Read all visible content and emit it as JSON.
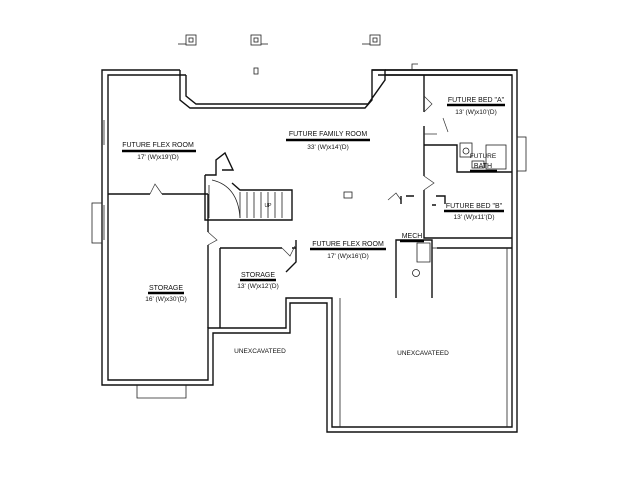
{
  "rooms": {
    "future_flex_room_1": {
      "name": "FUTURE FLEX ROOM",
      "dims": "17' (W)x19'(D)"
    },
    "future_family_room": {
      "name": "FUTURE FAMILY ROOM",
      "dims": "33' (W)x14'(D)"
    },
    "future_bed_a": {
      "name": "FUTURE BED \"A\"",
      "dims": "13' (W)x10'(D)"
    },
    "bath": {
      "name": "BATH",
      "prefix": "FUTURE"
    },
    "future_bed_b": {
      "name": "FUTURE BED \"B\"",
      "dims": "13' (W)x11'(D)"
    },
    "mech": {
      "name": "MECH"
    },
    "future_flex_room_2": {
      "name": "FUTURE FLEX ROOM",
      "dims": "17' (W)x16'(D)"
    },
    "storage_small": {
      "name": "STORAGE",
      "dims": "13' (W)x12'(D)"
    },
    "storage_large": {
      "name": "STORAGE",
      "dims": "16' (W)x30'(D)"
    },
    "unexcavated_1": {
      "name": "UNEXCAVATEED"
    },
    "unexcavated_2": {
      "name": "UNEXCAVATEED"
    }
  },
  "stair_label": "UP",
  "colors": {
    "line": "#111111",
    "background": "#ffffff"
  }
}
